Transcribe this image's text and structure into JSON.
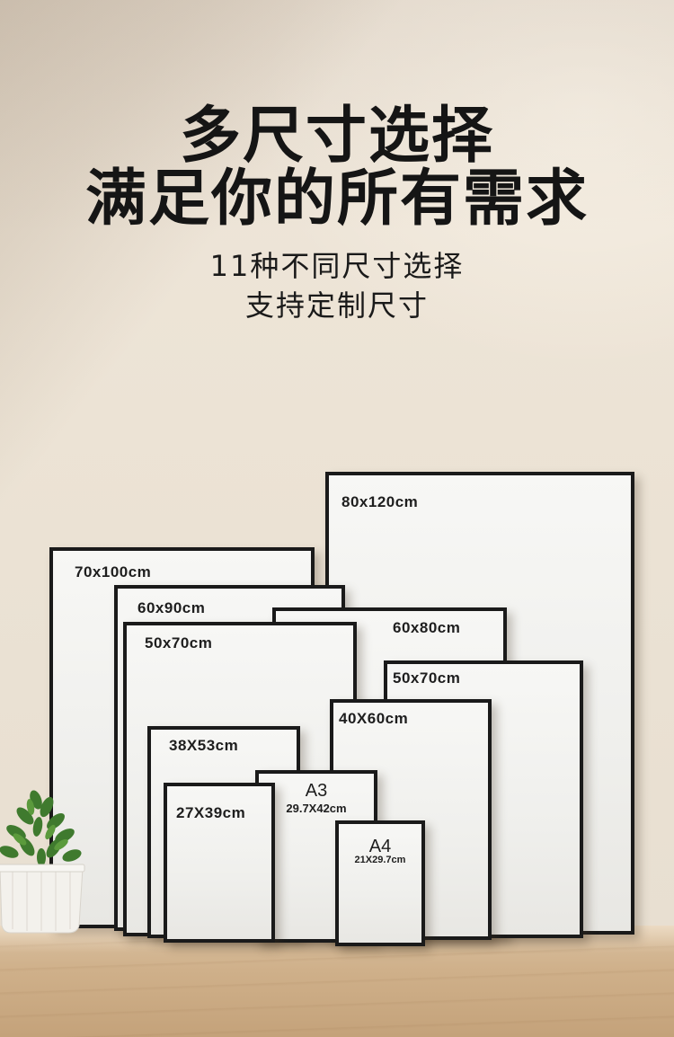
{
  "headline": {
    "line1": "多尺寸选择",
    "line2": "满足你的所有需求"
  },
  "subheadline": {
    "line1": "11种不同尺寸选择",
    "line2": "支持定制尺寸"
  },
  "frames": {
    "f80x120": "80x120cm",
    "f70x100": "70x100cm",
    "f60x90": "60x90cm",
    "f60x80": "60x80cm",
    "f50x70_left": "50x70cm",
    "f50x70_right": "50x70cm",
    "f40x60": "40X60cm",
    "f38x53": "38X53cm",
    "f27x39": "27X39cm",
    "a3": {
      "name": "A3",
      "size": "29.7X42cm"
    },
    "a4": {
      "name": "A4",
      "size": "21X29.7cm"
    }
  },
  "colors": {
    "frame_border": "#1a1a1a",
    "wall": "#ece3d6",
    "floor": "#cfb08a",
    "text": "#151515"
  }
}
